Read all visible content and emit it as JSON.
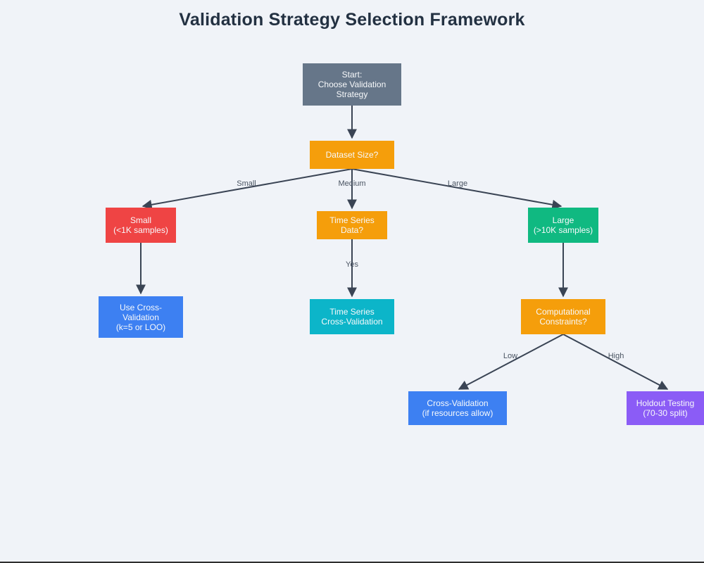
{
  "title": "Validation Strategy Selection Framework",
  "colors": {
    "background": "#f0f3f8",
    "title_text": "#233142",
    "node_text": "#f7f9fb",
    "edge_line": "#3a4454",
    "edge_label_text": "#4a5462",
    "slate": "#667689",
    "orange": "#f59e0b",
    "red": "#ef4444",
    "green": "#10b981",
    "blue": "#3d80f2",
    "teal": "#0cb5c9",
    "purple": "#8b5cf6"
  },
  "nodes": {
    "start": {
      "lines": [
        "Start:",
        "Choose Validation",
        "Strategy"
      ]
    },
    "dataset_size": {
      "lines": [
        "Dataset Size?"
      ]
    },
    "small": {
      "lines": [
        "Small",
        "(<1K samples)"
      ]
    },
    "time_series_data": {
      "lines": [
        "Time Series",
        "Data?"
      ]
    },
    "large": {
      "lines": [
        "Large",
        "(>10K samples)"
      ]
    },
    "use_cross_validation": {
      "lines": [
        "Use Cross-",
        "Validation",
        "(k=5 or LOO)"
      ]
    },
    "time_series_cv": {
      "lines": [
        "Time Series",
        "Cross-Validation"
      ]
    },
    "computational_constraints": {
      "lines": [
        "Computational",
        "Constraints?"
      ]
    },
    "cross_validation_resources": {
      "lines": [
        "Cross-Validation",
        "(if resources allow)"
      ]
    },
    "holdout_testing": {
      "lines": [
        "Holdout Testing",
        "(70-30 split)"
      ]
    }
  },
  "edge_labels": {
    "small": "Small",
    "medium": "Medium",
    "large": "Large",
    "yes": "Yes",
    "low": "Low",
    "high": "High"
  }
}
